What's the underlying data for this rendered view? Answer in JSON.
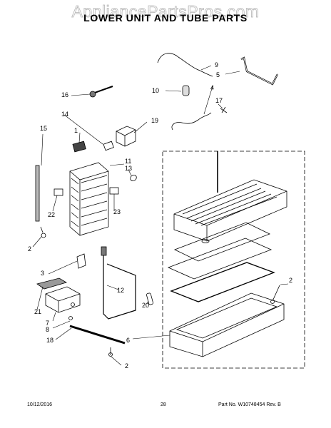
{
  "watermark": "AppliancePartsPros.com",
  "title": "LOWER UNIT AND TUBE PARTS",
  "callouts": [
    "1",
    "2",
    "2",
    "2",
    "3",
    "4",
    "5",
    "6",
    "7",
    "8",
    "9",
    "10",
    "11",
    "12",
    "13",
    "14",
    "15",
    "16",
    "17",
    "18",
    "19",
    "20",
    "21",
    "22",
    "23"
  ],
  "footer": {
    "date": "10/12/2016",
    "page": "28",
    "part_no": "Part No.  W10748454  Rev. B"
  }
}
